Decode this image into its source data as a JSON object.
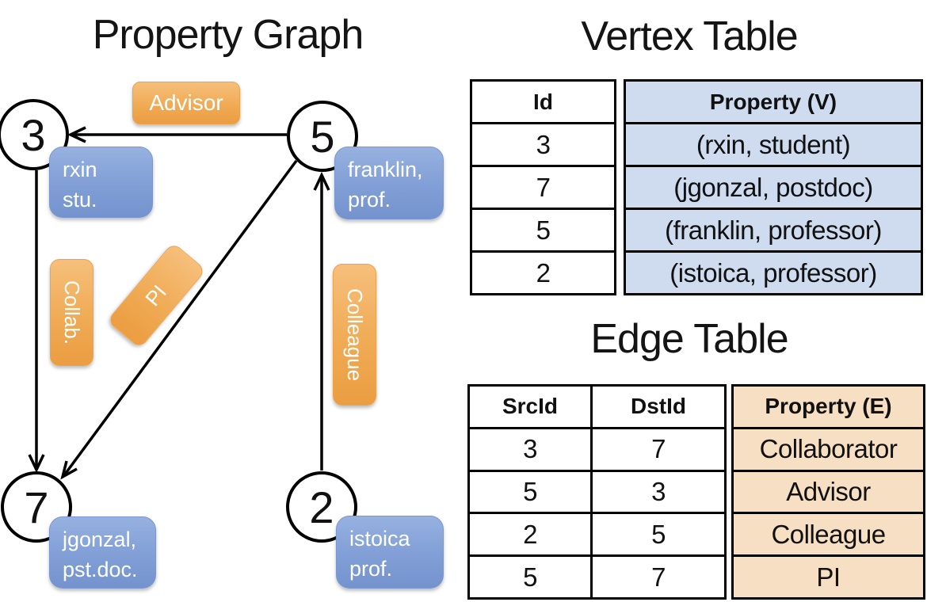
{
  "graph": {
    "title": "Property Graph",
    "nodes": [
      {
        "id": "3",
        "line1": "rxin",
        "line2": "stu."
      },
      {
        "id": "5",
        "line1": "franklin,",
        "line2": "prof."
      },
      {
        "id": "7",
        "line1": "jgonzal,",
        "line2": "pst.doc."
      },
      {
        "id": "2",
        "line1": "istoica",
        "line2": "prof."
      }
    ],
    "edge_labels": {
      "advisor": "Advisor",
      "collab": "Collab.",
      "pi": "PI",
      "colleague": "Colleague"
    }
  },
  "vertex_table": {
    "title": "Vertex Table",
    "headers": {
      "id": "Id",
      "property": "Property (V)"
    },
    "rows": [
      {
        "id": "3",
        "property": "(rxin, student)"
      },
      {
        "id": "7",
        "property": "(jgonzal, postdoc)"
      },
      {
        "id": "5",
        "property": "(franklin, professor)"
      },
      {
        "id": "2",
        "property": "(istoica, professor)"
      }
    ]
  },
  "edge_table": {
    "title": "Edge Table",
    "headers": {
      "src": "SrcId",
      "dst": "DstId",
      "property": "Property (E)"
    },
    "rows": [
      {
        "src": "3",
        "dst": "7",
        "property": "Collaborator"
      },
      {
        "src": "5",
        "dst": "3",
        "property": "Advisor"
      },
      {
        "src": "2",
        "dst": "5",
        "property": "Colleague"
      },
      {
        "src": "5",
        "dst": "7",
        "property": "PI"
      }
    ]
  },
  "colors": {
    "edge_label_orange": "#f0ab55",
    "vertex_label_blue": "#84a2d8",
    "vertex_property_bg": "#cfdcf0",
    "edge_property_bg": "#f7dfc4",
    "line_black": "#000000"
  }
}
